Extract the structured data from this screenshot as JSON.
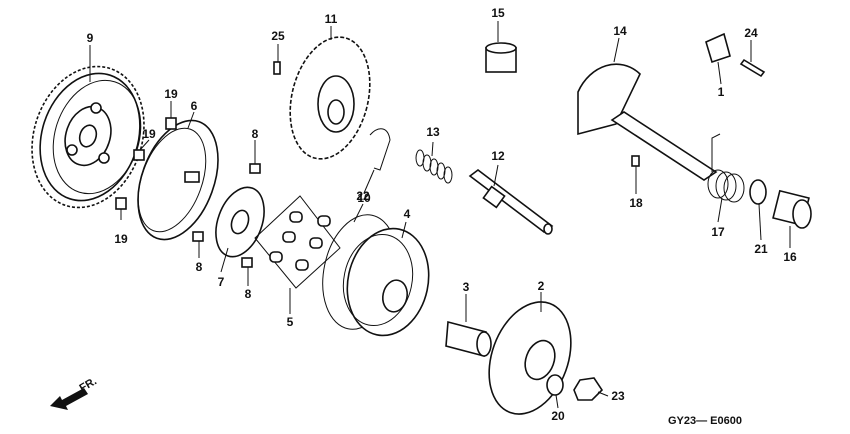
{
  "diagram": {
    "callouts": {
      "c1": "1",
      "c2": "2",
      "c3": "3",
      "c4": "4",
      "c5": "5",
      "c6": "6",
      "c7": "7",
      "c8a": "8",
      "c8b": "8",
      "c8c": "8",
      "c9": "9",
      "c10": "10",
      "c11": "11",
      "c12": "12",
      "c13": "13",
      "c14": "14",
      "c15": "15",
      "c16": "16",
      "c17": "17",
      "c18": "18",
      "c19a": "19",
      "c19b": "19",
      "c19c": "19",
      "c20": "20",
      "c21": "21",
      "c22": "22",
      "c23": "23",
      "c24": "24",
      "c25": "25"
    },
    "front_indicator": "FR.",
    "figure_code": "GY23— E0600"
  }
}
